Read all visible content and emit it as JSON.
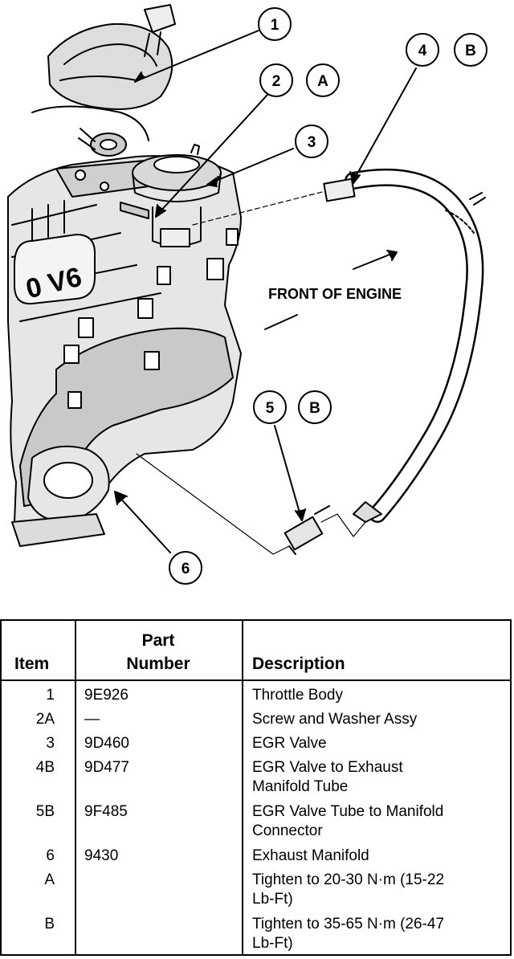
{
  "diagram": {
    "front_label": "FRONT OF ENGINE",
    "engine_marking": "0 V6",
    "callouts": [
      {
        "num": "1",
        "letter": ""
      },
      {
        "num": "2",
        "letter": "A"
      },
      {
        "num": "3",
        "letter": ""
      },
      {
        "num": "4",
        "letter": "B"
      },
      {
        "num": "5",
        "letter": "B"
      },
      {
        "num": "6",
        "letter": ""
      }
    ]
  },
  "table": {
    "headers": {
      "item": "Item",
      "part_line1": "Part",
      "part_line2": "Number",
      "description": "Description"
    },
    "rows": [
      {
        "item": "1",
        "part": "9E926",
        "desc": [
          "Throttle Body"
        ]
      },
      {
        "item": "2A",
        "part": "—",
        "desc": [
          "Screw and Washer Assy"
        ]
      },
      {
        "item": "3",
        "part": "9D460",
        "desc": [
          "EGR Valve"
        ]
      },
      {
        "item": "4B",
        "part": "9D477",
        "desc": [
          "EGR Valve to Exhaust",
          "Manifold Tube"
        ]
      },
      {
        "item": "5B",
        "part": "9F485",
        "desc": [
          "EGR Valve Tube to Manifold",
          "Connector"
        ]
      },
      {
        "item": "6",
        "part": "9430",
        "desc": [
          "Exhaust Manifold"
        ]
      },
      {
        "item": "A",
        "part": "",
        "desc": [
          "Tighten to 20-30 N·m (15-22",
          "Lb-Ft)"
        ]
      },
      {
        "item": "B",
        "part": "",
        "desc": [
          "Tighten to 35-65 N·m (26-47",
          "Lb-Ft)"
        ]
      }
    ]
  }
}
